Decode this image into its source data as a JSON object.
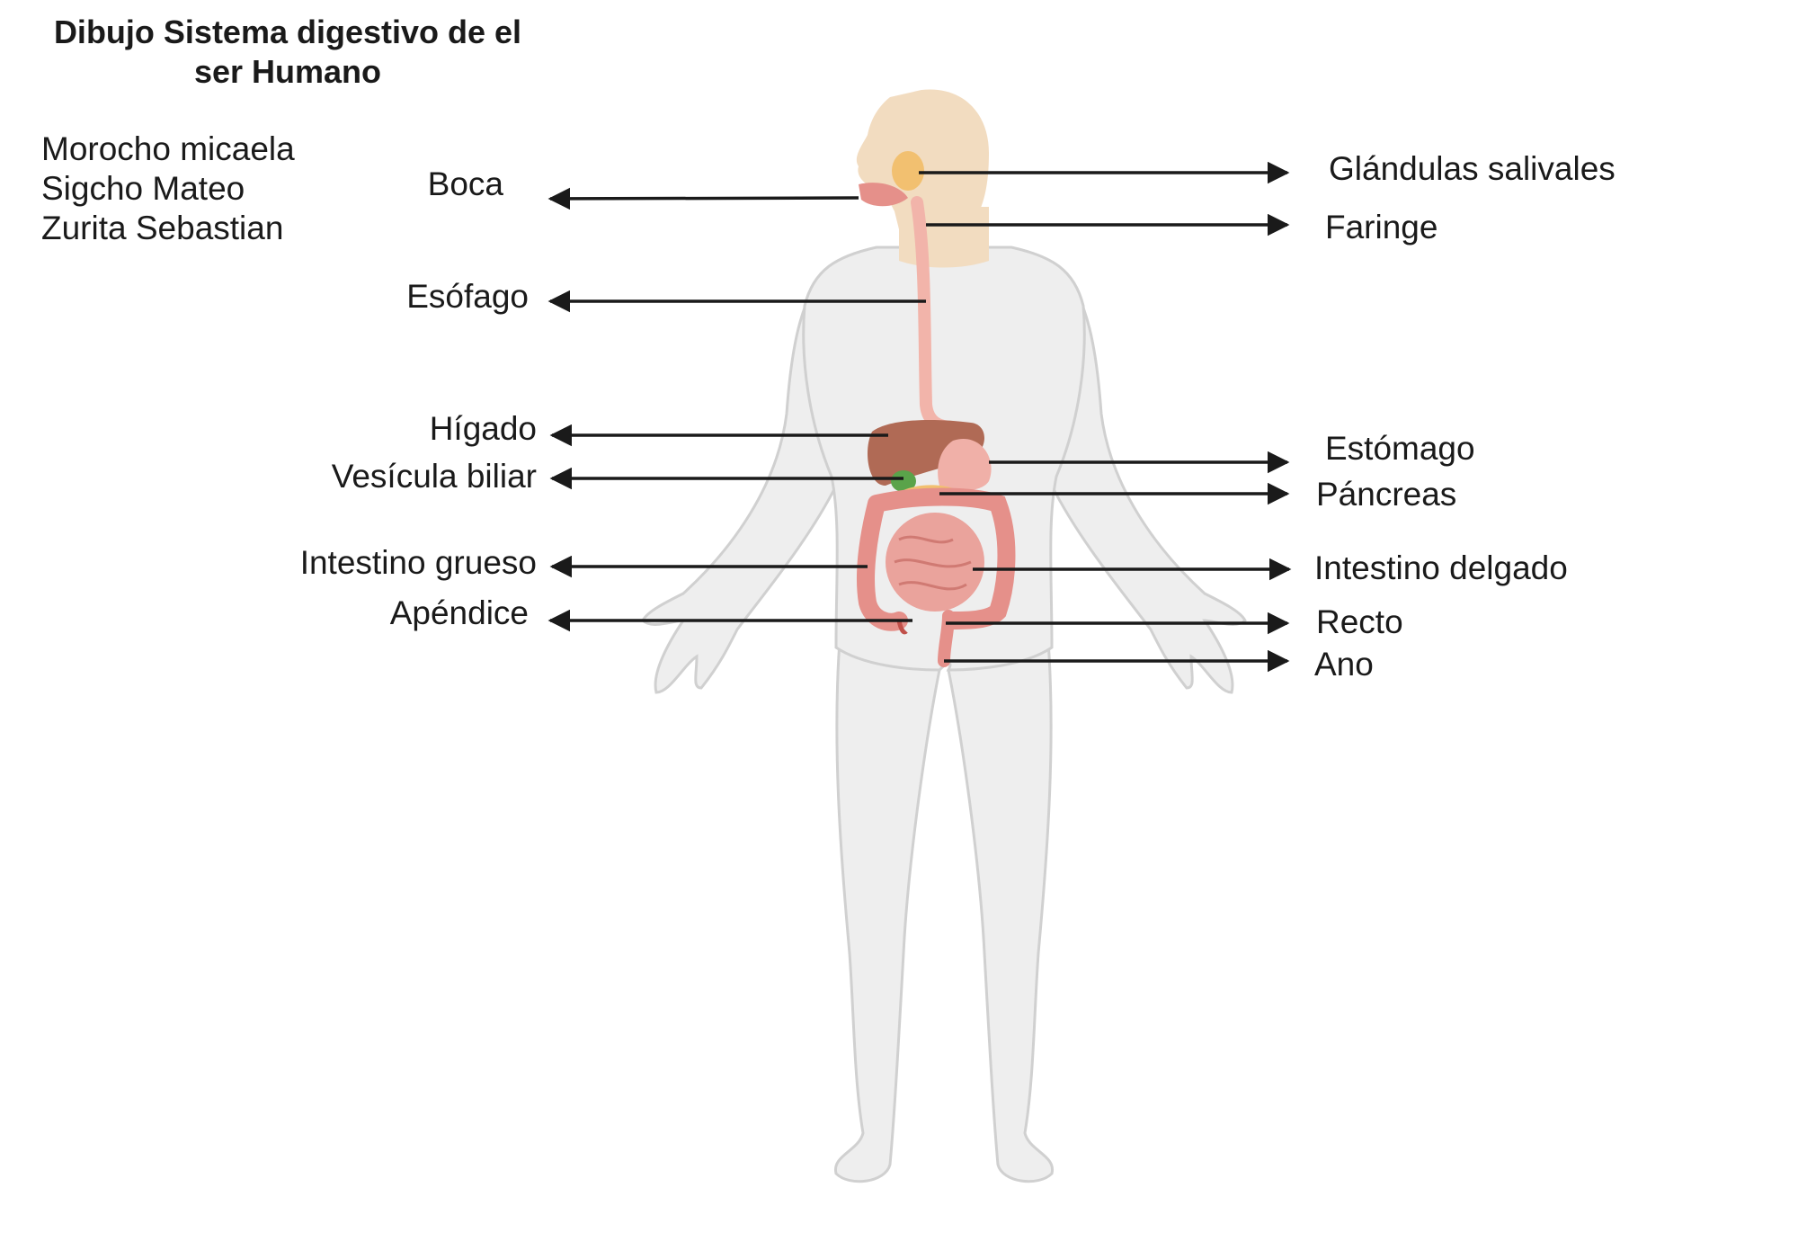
{
  "title_line1": "Dibujo Sistema digestivo de el",
  "title_line2": "ser Humano",
  "authors": [
    "Morocho micaela",
    "Sigcho Mateo",
    "Zurita Sebastian"
  ],
  "labels_left": {
    "boca": "Boca",
    "esofago": "Esófago",
    "higado": "Hígado",
    "vesicula": "Vesícula biliar",
    "intestino_grueso": "Intestino grueso",
    "apendice": "Apéndice"
  },
  "labels_right": {
    "glandulas": "Glándulas salivales",
    "faringe": "Faringe",
    "estomago": "Estómago",
    "pancreas": "Páncreas",
    "intestino_delgado": "Intestino delgado",
    "recto": "Recto",
    "ano": "Ano"
  },
  "colors": {
    "skin": "#f2dcc0",
    "body": "#eeeeee",
    "body_outline": "#d0d0d0",
    "liver": "#b06a55",
    "stomach": "#f0b0a8",
    "intestine": "#e5908a",
    "gallbladder": "#5aa34a",
    "pancreas": "#f2c070",
    "esophagus": "#f2b4aa",
    "arrow": "#1a1a1a"
  }
}
